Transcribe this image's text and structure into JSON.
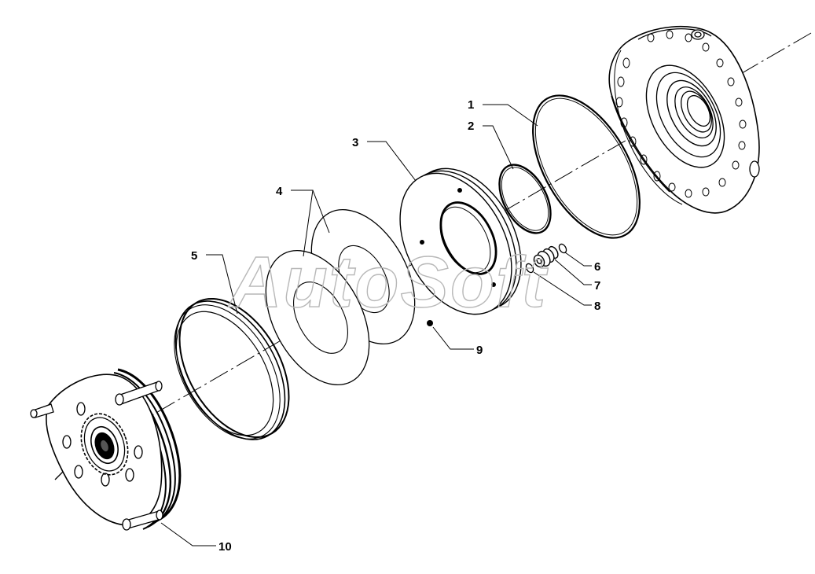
{
  "watermark": "AutoSoft",
  "callouts": [
    {
      "id": "1",
      "label": "1"
    },
    {
      "id": "2",
      "label": "2"
    },
    {
      "id": "3",
      "label": "3"
    },
    {
      "id": "4",
      "label": "4"
    },
    {
      "id": "5",
      "label": "5"
    },
    {
      "id": "6",
      "label": "6"
    },
    {
      "id": "7",
      "label": "7"
    },
    {
      "id": "8",
      "label": "8"
    },
    {
      "id": "9",
      "label": "9"
    },
    {
      "id": "10",
      "label": "10"
    }
  ],
  "parts": [
    {
      "name": "housing",
      "label_ref": "none"
    },
    {
      "name": "o-ring-large",
      "label_ref": "1"
    },
    {
      "name": "o-ring-small",
      "label_ref": "2"
    },
    {
      "name": "piston-disc",
      "label_ref": "3"
    },
    {
      "name": "friction-discs",
      "label_ref": "4"
    },
    {
      "name": "seal-ring",
      "label_ref": "5"
    },
    {
      "name": "small-ring",
      "label_ref": "6"
    },
    {
      "name": "valve-insert",
      "label_ref": "7"
    },
    {
      "name": "small-seal",
      "label_ref": "8"
    },
    {
      "name": "ball",
      "label_ref": "9"
    },
    {
      "name": "clutch-hub",
      "label_ref": "10"
    }
  ]
}
